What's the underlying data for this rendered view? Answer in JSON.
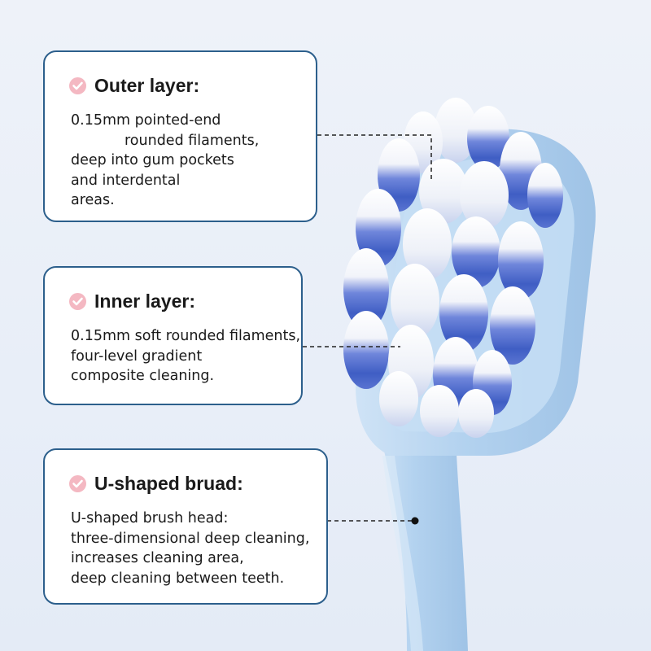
{
  "cards": [
    {
      "title": "Outer layer:",
      "lines": [
        "0.15mm pointed-end",
        "rounded filaments,",
        "deep into gum pockets",
        "and interdental",
        "areas."
      ]
    },
    {
      "title": "Inner layer:",
      "lines": [
        "0.15mm soft rounded filaments,",
        "four-level gradient",
        "composite cleaning."
      ]
    },
    {
      "title": "U-shaped bruad:",
      "lines": [
        "U-shaped brush head:",
        "three-dimensional deep cleaning,",
        "increases cleaning area,",
        "deep cleaning between teeth."
      ]
    }
  ],
  "colors": {
    "card_border": "#2c5f8c",
    "check_badge": "#f4b8c2",
    "handle": "#b9d6f0",
    "bristle_blue": "#4f6fd0",
    "bristle_white": "#f7f8fb"
  },
  "icons": [
    "check-icon"
  ]
}
